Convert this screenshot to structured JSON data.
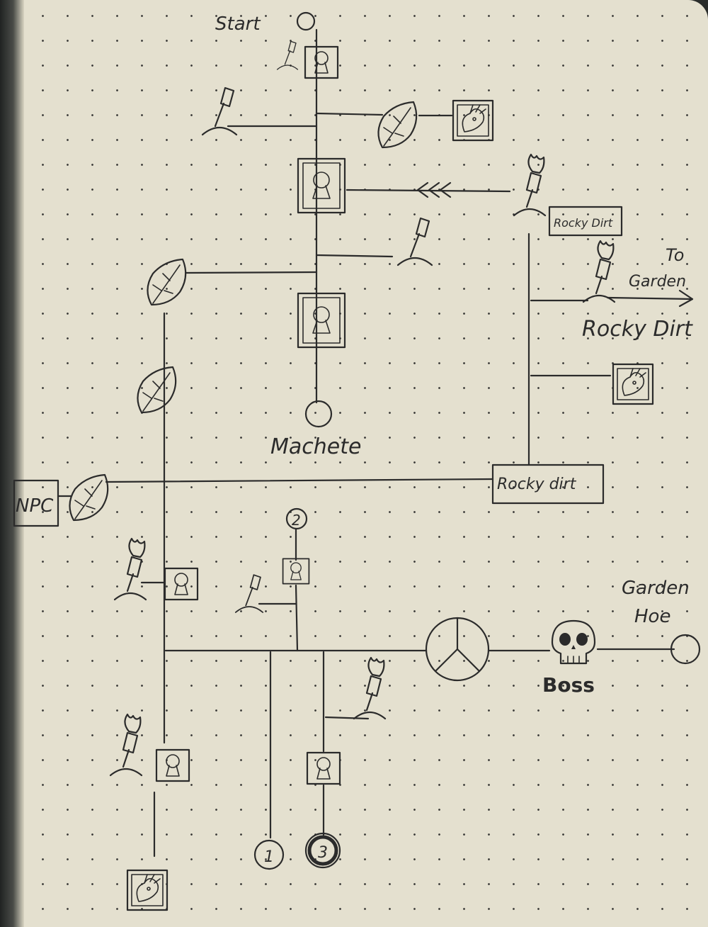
{
  "labels": {
    "start": "Start",
    "machete": "Machete",
    "to_garden_line1": "To",
    "to_garden_line2": "Garden",
    "rocky_dirt_box_top": "Rocky Dirt",
    "rocky_dirt_text": "Rocky Dirt",
    "rocky_dirt_box_mid": "Rocky dirt",
    "npc": "NPC",
    "boss": "Boss",
    "garden_hoe_line1": "Garden",
    "garden_hoe_line2": "Hoe",
    "node_1": "1",
    "node_2": "2",
    "node_3": "3"
  },
  "icons": [
    "start-circle-icon",
    "lock-icon",
    "torch-icon",
    "leaf-bush-icon",
    "creature-portrait-icon",
    "arrow-left-icon",
    "arrow-right-icon",
    "skull-icon",
    "gear-wheel-icon",
    "item-circle-icon"
  ]
}
